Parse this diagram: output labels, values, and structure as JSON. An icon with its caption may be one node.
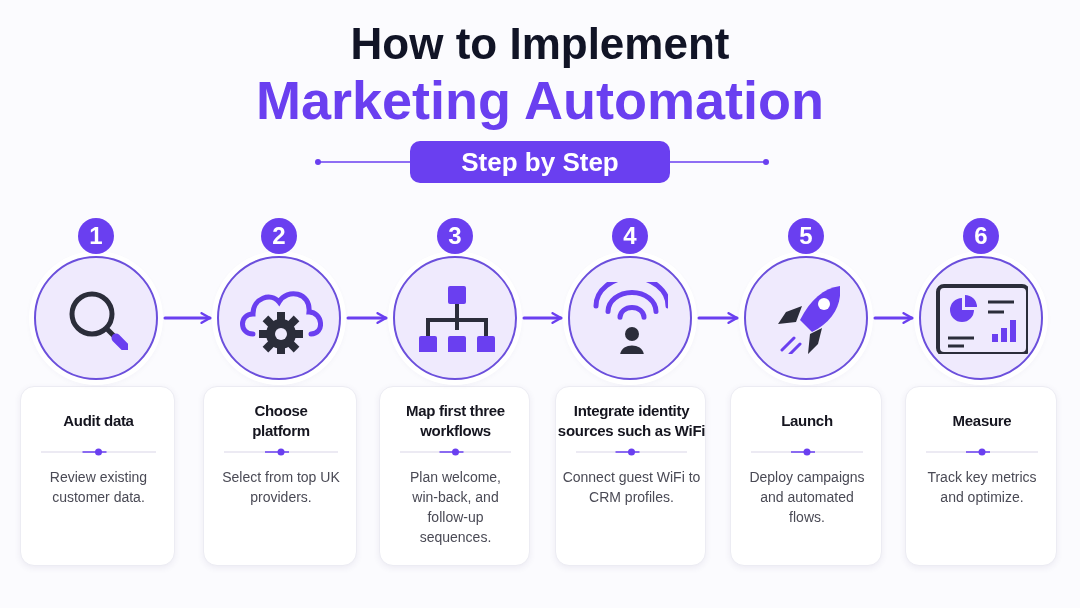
{
  "diagram": {
    "title": "How to Implement",
    "labels": [
      "Marketing Automation",
      "Step by Step"
    ],
    "nodes": [
      {
        "text": [],
        "shape": "circle",
        "beside": [
          "1"
        ]
      },
      {
        "text": [
          "Audit data",
          "Review existing customer data."
        ]
      },
      {
        "text": [],
        "shape": "circle",
        "beside": [
          "2"
        ]
      },
      {
        "text": [
          "Choose platform",
          "Select from top UK providers."
        ]
      },
      {
        "text": [],
        "shape": "circle",
        "beside": [
          "3"
        ]
      },
      {
        "text": [
          "Map first three workflows",
          "Plan welcome, win-back, and follow-up sequences."
        ]
      },
      {
        "text": [],
        "shape": "circle",
        "beside": [
          "4"
        ]
      },
      {
        "text": [
          "Integrate identity sources such as WiFi",
          "Connect guest WiFi to CRM profiles."
        ]
      },
      {
        "text": [],
        "shape": "circle",
        "beside": [
          "5"
        ]
      },
      {
        "text": [
          "Launch",
          "Deploy campaigns and automated flows."
        ]
      },
      {
        "text": [],
        "shape": "circle",
        "beside": [
          "6"
        ]
      },
      {
        "text": [
          "Measure",
          "Track key metrics and optimize."
        ]
      }
    ],
    "edges": [
      {
        "from": 0,
        "to": 2,
        "arrow": "to"
      },
      {
        "from": 2,
        "to": 4,
        "arrow": "to"
      },
      {
        "from": 4,
        "to": 6,
        "arrow": "to"
      },
      {
        "from": 6,
        "to": 8,
        "arrow": "to"
      },
      {
        "from": 8,
        "to": 10,
        "arrow": "to"
      }
    ]
  }
}
